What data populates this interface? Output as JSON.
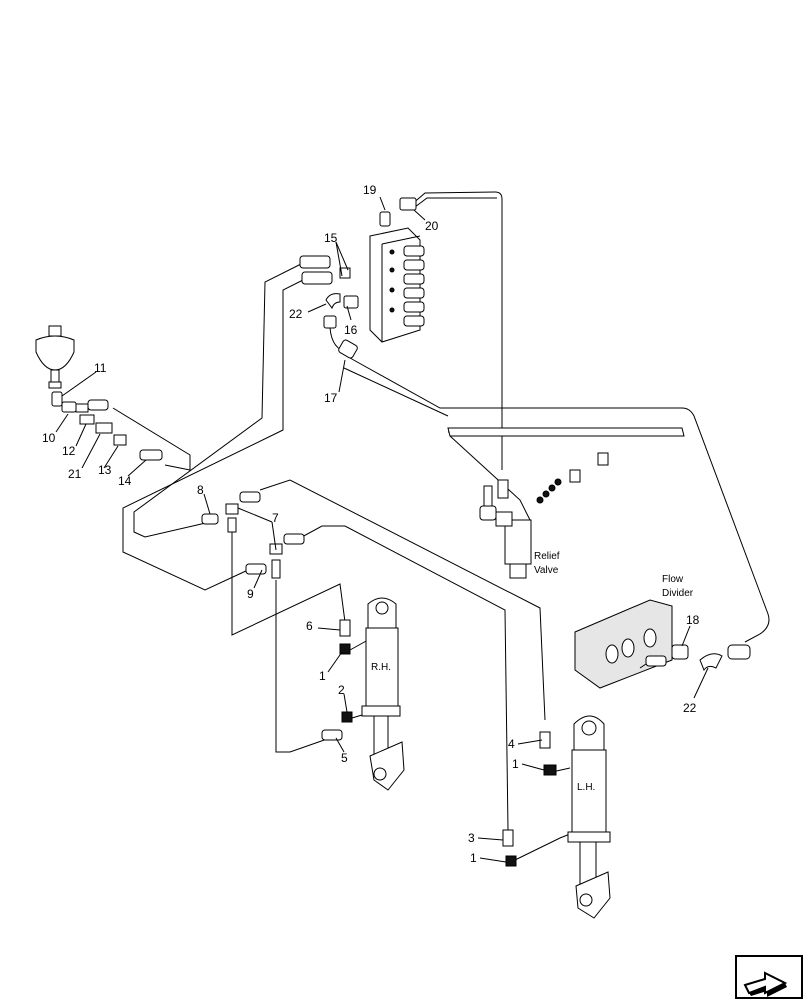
{
  "callouts": {
    "c1a": "1",
    "c1b": "1",
    "c1c": "1",
    "c2": "2",
    "c3": "3",
    "c4": "4",
    "c5": "5",
    "c6": "6",
    "c7": "7",
    "c8": "8",
    "c9": "9",
    "c10": "10",
    "c11": "11",
    "c12": "12",
    "c13": "13",
    "c14": "14",
    "c15": "15",
    "c16": "16",
    "c17": "17",
    "c18": "18",
    "c19": "19",
    "c20": "20",
    "c21": "21",
    "c22a": "22",
    "c22b": "22"
  },
  "labels": {
    "relief_1": "Relief",
    "relief_2": "Valve",
    "flow_1": "Flow",
    "flow_2": "Divider",
    "rh": "R.H.",
    "lh": "L.H."
  },
  "icons": {
    "nav": "arrow-next-icon"
  }
}
